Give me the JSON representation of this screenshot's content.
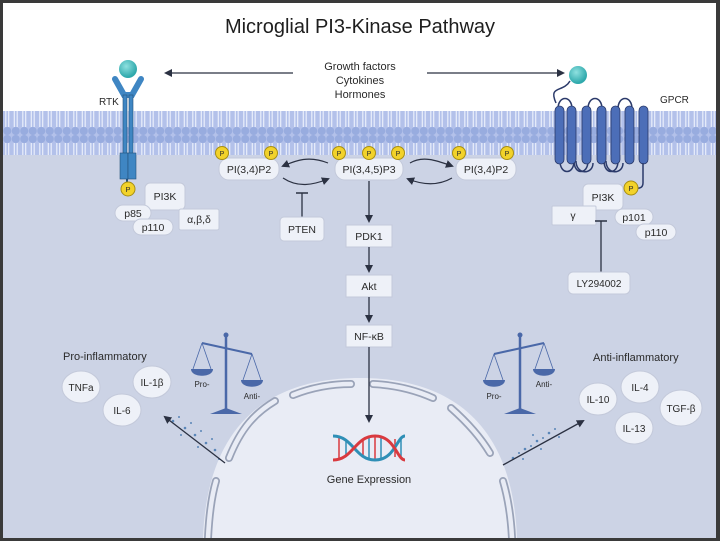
{
  "title": "Microglial PI3-Kinase Pathway",
  "ligands": {
    "lines": [
      "Growth factors",
      "Cytokines",
      "Hormones"
    ]
  },
  "receptors": {
    "rtk": "RTK",
    "gpcr": "GPCR"
  },
  "rtk_complex": {
    "phospho": "P",
    "pi3k": "PI3K",
    "p85": "p85",
    "p110": "p110",
    "isoforms": "α,β,δ"
  },
  "gpcr_complex": {
    "phospho": "P",
    "pi3k": "PI3K",
    "gamma": "γ",
    "p101": "p101",
    "p110": "p110"
  },
  "lipids": {
    "left": "PI(3,4)P2",
    "center": "PI(3,4,5)P3",
    "right": "PI(3,4)P2",
    "phospho": "P"
  },
  "inhibitors": {
    "pten": "PTEN",
    "ly": "LY294002"
  },
  "cascade": [
    "PDK1",
    "Akt",
    "NF-κB"
  ],
  "nucleus": {
    "label": "Gene Expression"
  },
  "pro_inflammatory": {
    "heading": "Pro-inflammatory",
    "cytokines": [
      "TNFa",
      "IL-1β",
      "IL-6"
    ],
    "scale": {
      "heavy": "Pro-",
      "light": "Anti-"
    }
  },
  "anti_inflammatory": {
    "heading": "Anti-inflammatory",
    "cytokines": [
      "IL-10",
      "IL-4",
      "TGF-β",
      "IL-13"
    ],
    "scale": {
      "heavy": "Anti-",
      "light": "Pro-"
    }
  },
  "colors": {
    "background": "#ccd3e5",
    "extracellular": "#ffffff",
    "membrane": "#9fb0e0",
    "receptor": "#3f86c3",
    "gpcr": "#4c6eb8",
    "ligand": "#3fb9bb",
    "phospho": "#f2d22a",
    "arrow": "#2b3142",
    "scale": "#4a68a8",
    "nucleus": "#e8ebf4",
    "dna_red": "#d93a3f",
    "dna_blue": "#2f8fb6"
  }
}
